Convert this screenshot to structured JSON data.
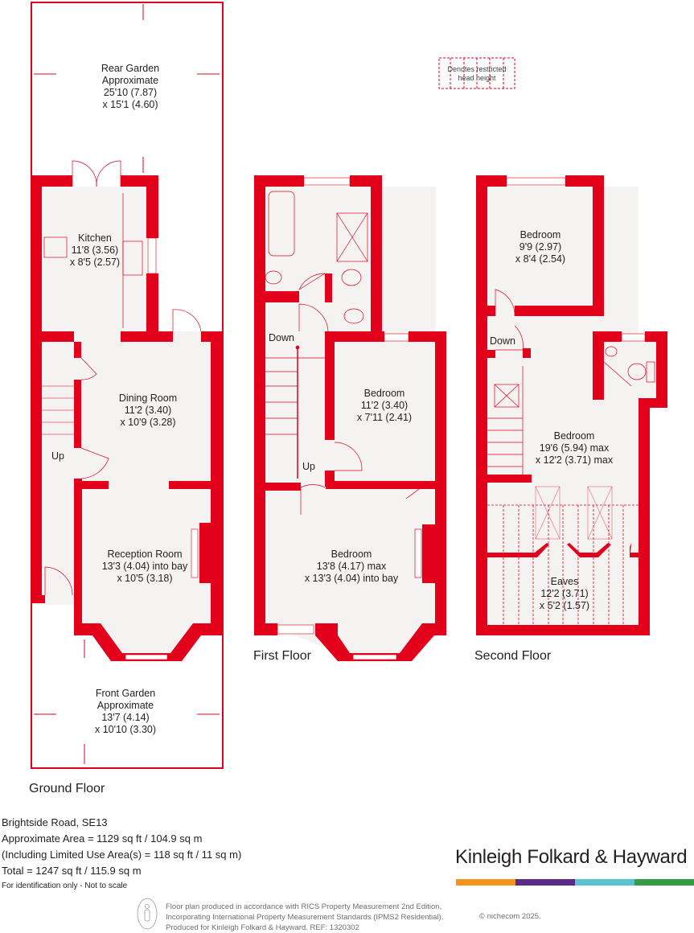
{
  "colors": {
    "wall": "#e2001a",
    "floor": "#f4f3f2",
    "text": "#231f20",
    "bar_orange": "#f7941d",
    "bar_purple": "#5b2a86",
    "bar_cyan": "#5bc2cf",
    "bar_green": "#339e46"
  },
  "legend": {
    "line1": "Denotes restricted",
    "line2": "head height"
  },
  "ground_floor": {
    "name": "Ground Floor",
    "rear_garden": {
      "name": "Rear Garden",
      "l2": "Approximate",
      "l3": "25'10 (7.87)",
      "l4": "x 15'1 (4.60)"
    },
    "kitchen": {
      "name": "Kitchen",
      "l2": "11'8 (3.56)",
      "l3": "x 8'5 (2.57)"
    },
    "dining": {
      "name": "Dining Room",
      "l2": "11'2 (3.40)",
      "l3": "x 10'9 (3.28)"
    },
    "reception": {
      "name": "Reception Room",
      "l2": "13'3 (4.04) into bay",
      "l3": "x 10'5 (3.18)"
    },
    "front_garden": {
      "name": "Front Garden",
      "l2": "Approximate",
      "l3": "13'7 (4.14)",
      "l4": "x 10'10 (3.30)"
    },
    "stairs_label": "Up"
  },
  "first_floor": {
    "name": "First Floor",
    "bedroom_a": {
      "name": "Bedroom",
      "l2": "11'2 (3.40)",
      "l3": "x 7'11 (2.41)"
    },
    "bedroom_b": {
      "name": "Bedroom",
      "l2": "13'8 (4.17) max",
      "l3": "x 13'3 (4.04) into bay"
    },
    "down_label": "Down",
    "up_label": "Up"
  },
  "second_floor": {
    "name": "Second Floor",
    "bedroom_a": {
      "name": "Bedroom",
      "l2": "9'9 (2.97)",
      "l3": "x 8'4 (2.54)"
    },
    "bedroom_b": {
      "name": "Bedroom",
      "l2": "19'6 (5.94) max",
      "l3": "x 12'2 (3.71) max"
    },
    "eaves": {
      "name": "Eaves",
      "l2": "12'2 (3.71)",
      "l3": "x 5'2 (1.57)"
    },
    "down_label": "Down"
  },
  "info": {
    "address": "Brightside Road, SE13",
    "area": "Approximate Area = 1129 sq ft / 104.9 sq m",
    "limited": "(Including Limited Use Area(s) = 118 sq ft / 11 sq m)",
    "total": "Total = 1247 sq ft / 115.9 sq m",
    "disclaimer": "For identification only - Not to scale"
  },
  "brand": "Kinleigh Folkard & Hayward",
  "footer": {
    "line1": "Floor plan produced in accordance with RICS Property Measurement 2nd Edition,",
    "line2": "Incorporating International Property Measurement Standards (IPMS2 Residential).",
    "line3": "Produced for Kinleigh Folkard & Hayward.   REF: 1320302",
    "copyright": "© nichecom 2025."
  }
}
